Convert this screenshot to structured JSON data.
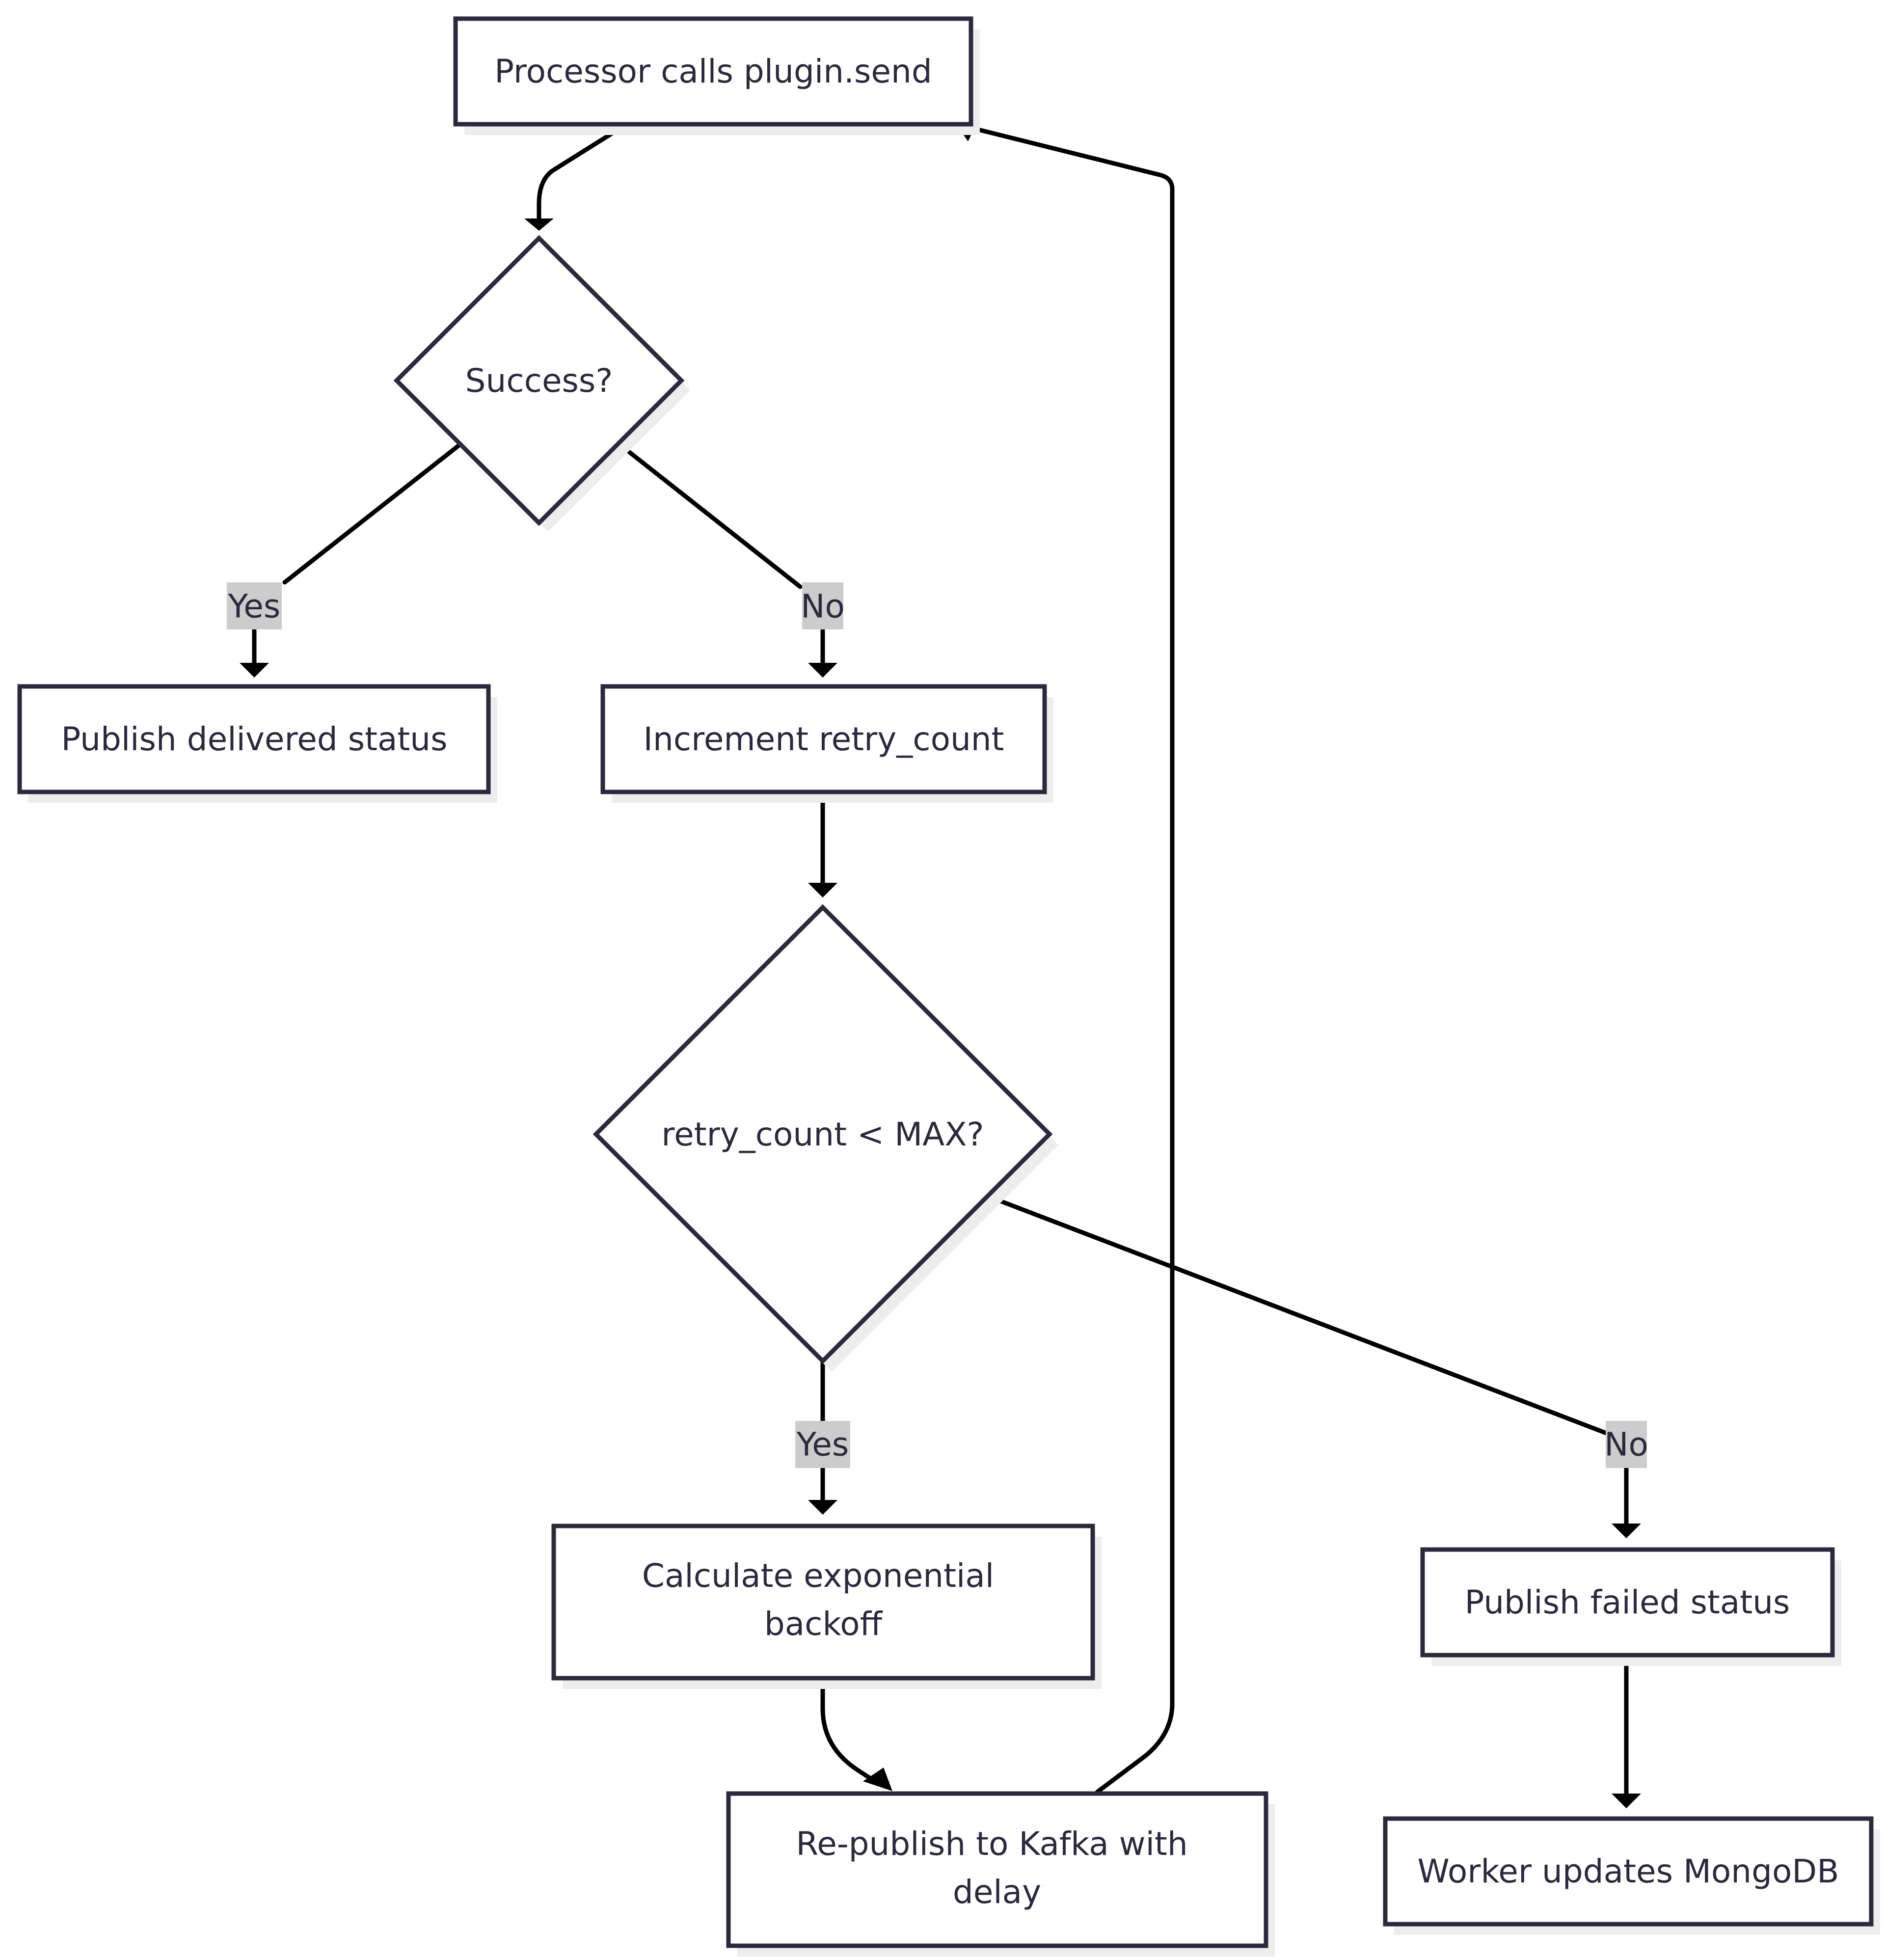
{
  "diagram": {
    "nodes": {
      "processor_send": [
        "Processor calls plugin.send"
      ],
      "success_decision": [
        "Success?"
      ],
      "publish_delivered": [
        "Publish delivered status"
      ],
      "increment_retry": [
        "Increment retry_count"
      ],
      "retry_decision": [
        "retry_count < MAX?"
      ],
      "calc_backoff": [
        "Calculate exponential",
        "backoff"
      ],
      "republish_kafka": [
        "Re-publish to Kafka with",
        "delay"
      ],
      "publish_failed": [
        "Publish failed status"
      ],
      "worker_updates": [
        "Worker updates MongoDB"
      ]
    },
    "edge_labels": {
      "success_yes": "Yes",
      "success_no": "No",
      "retry_yes": "Yes",
      "retry_no": "No"
    },
    "colors": {
      "node_border": "#2b2a3d",
      "node_fill": "#ffffff",
      "text": "#2b2a3d",
      "edge": "#000000",
      "edge_label_bg": "#cccccc",
      "shadow": "#ededed"
    }
  }
}
